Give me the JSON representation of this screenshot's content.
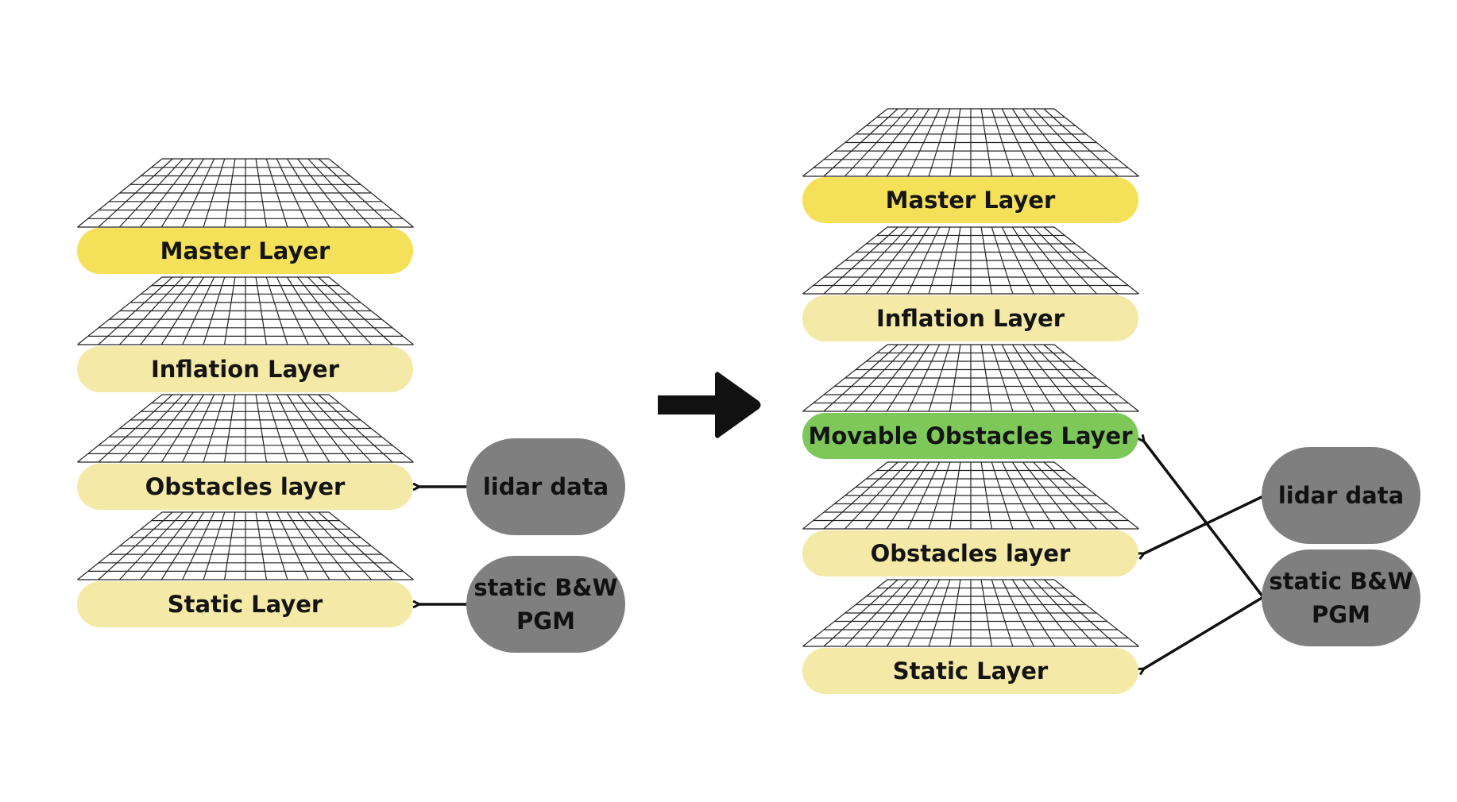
{
  "colors": {
    "master": "#f5e05a",
    "pale": "#f4e9a7",
    "movable": "#7ec85a",
    "source": "#7f7f7f",
    "line": "#111111"
  },
  "left_stack": {
    "layers": [
      {
        "label": "Master Layer",
        "color": "master"
      },
      {
        "label": "Inflation Layer",
        "color": "pale"
      },
      {
        "label": "Obstacles layer",
        "color": "pale"
      },
      {
        "label": "Static Layer",
        "color": "pale"
      }
    ],
    "sources": {
      "lidar": "lidar data",
      "static_line1": "static B&W",
      "static_line2": "PGM"
    }
  },
  "right_stack": {
    "layers": [
      {
        "label": "Master Layer",
        "color": "master"
      },
      {
        "label": "Inflation Layer",
        "color": "pale"
      },
      {
        "label": "Movable Obstacles Layer",
        "color": "movable"
      },
      {
        "label": "Obstacles layer",
        "color": "pale"
      },
      {
        "label": "Static Layer",
        "color": "pale"
      }
    ],
    "sources": {
      "lidar": "lidar data",
      "static_line1": "static B&W",
      "static_line2": "PGM"
    }
  },
  "transition": {
    "icon": "right-arrow-icon"
  }
}
